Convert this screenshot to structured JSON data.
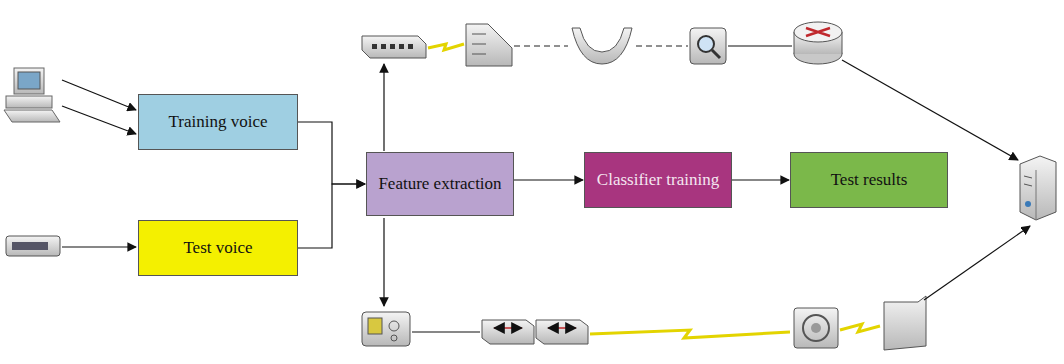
{
  "diagram": {
    "nodes": [
      {
        "text": [
          "Training voice"
        ]
      },
      {
        "text": [
          "Test voice"
        ]
      },
      {
        "text": [
          "Feature extraction"
        ]
      },
      {
        "text": [
          "Classifier training"
        ]
      },
      {
        "text": [
          "Test results"
        ]
      }
    ],
    "edges": [
      {
        "from": 0,
        "to": 2,
        "arrow": "to"
      },
      {
        "from": 1,
        "to": 2,
        "arrow": "to"
      },
      {
        "from": 2,
        "to": 3,
        "arrow": "to"
      },
      {
        "from": 3,
        "to": 4,
        "arrow": "to"
      }
    ]
  }
}
